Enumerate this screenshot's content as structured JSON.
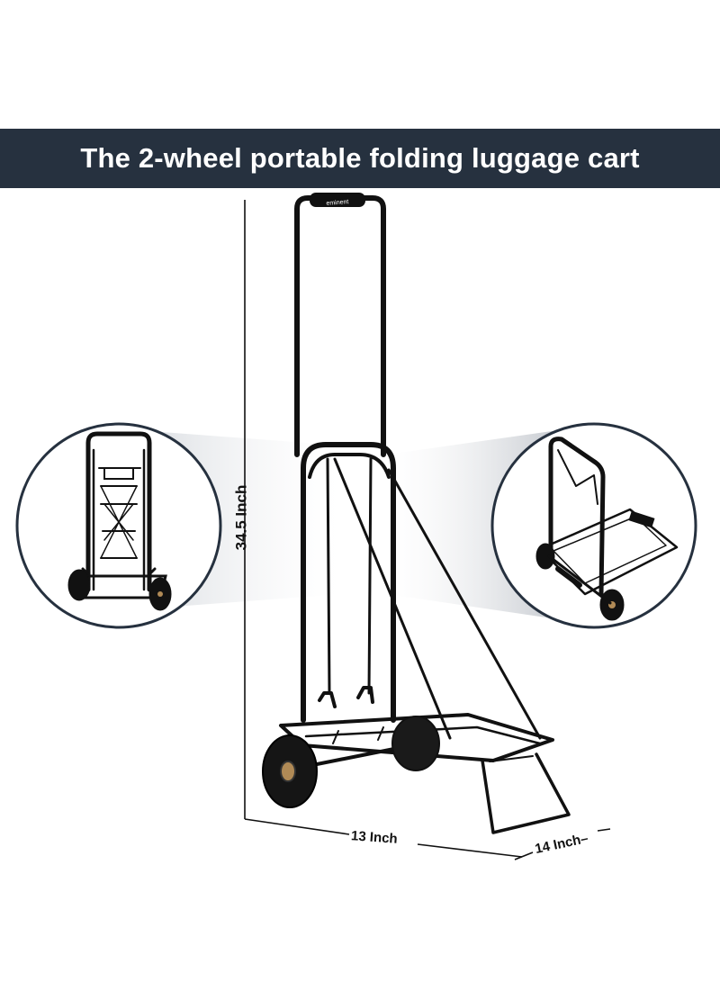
{
  "banner": {
    "title": "The 2-wheel portable folding luggage cart"
  },
  "cart": {
    "handle_brand": "eminent"
  },
  "dimensions": {
    "height": "34.5 Inch",
    "width": "13 Inch",
    "depth": "14 Inch"
  },
  "colors": {
    "banner_bg": "#26313f",
    "frame": "#111111",
    "callout_ring": "#26313f",
    "callout_beam": "#c8ccd2"
  },
  "callouts": [
    {
      "icon": "cart-folded-front-view"
    },
    {
      "icon": "cart-unfolded-side-view"
    }
  ]
}
